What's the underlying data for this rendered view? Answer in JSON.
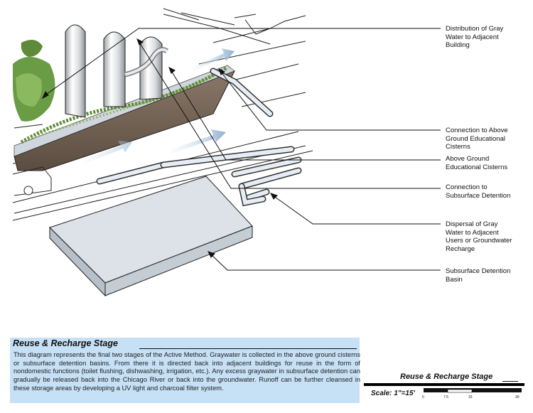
{
  "callouts": [
    {
      "lines": [
        "Distribution of Gray",
        "Water to Adjacent",
        "Building"
      ]
    },
    {
      "lines": [
        "Connection to Above",
        "Ground Educational",
        "Cisterns"
      ]
    },
    {
      "lines": [
        "Above Ground",
        "Educational Cisterns"
      ]
    },
    {
      "lines": [
        "Connection to",
        "Subsurface Detention"
      ]
    },
    {
      "lines": [
        "Dispersal of Gray",
        "Water to Adjacent",
        "Users or Groundwater",
        "Recharge"
      ]
    },
    {
      "lines": [
        "Subsurface Detention",
        "Basin"
      ]
    }
  ],
  "description": {
    "title": "Reuse & Recharge Stage",
    "text": "This diagram represents the final two stages of the Active Method. Graywater is collected in the above ground cisterns or subsurface detention basins. From there it is directed back into adjacent buildings for reuse in the form of nondomestic functions (toilet flushing, dishwashing, irrigation, etc.). Any excess graywater in subsurface detention can gradually be released back into the Chicago River or back into the groundwater. Runoff can be further cleansed in these storage areas by developing a UV light and charcoal filter system."
  },
  "title_block": {
    "stage_label": "Reuse & Recharge Stage",
    "scale_label": "Scale: 1\"=15'",
    "scale_ticks": [
      "0",
      "7.5",
      "15",
      "30"
    ]
  },
  "colors": {
    "description_background": "#c6e0f5",
    "basin_fill": "#d8dde3",
    "soil": "#6f5e4f",
    "pipe_highlight": "#dfe9f3",
    "flow_arrow": "#9fb8d2",
    "vegetation": "#5e8a3a"
  }
}
